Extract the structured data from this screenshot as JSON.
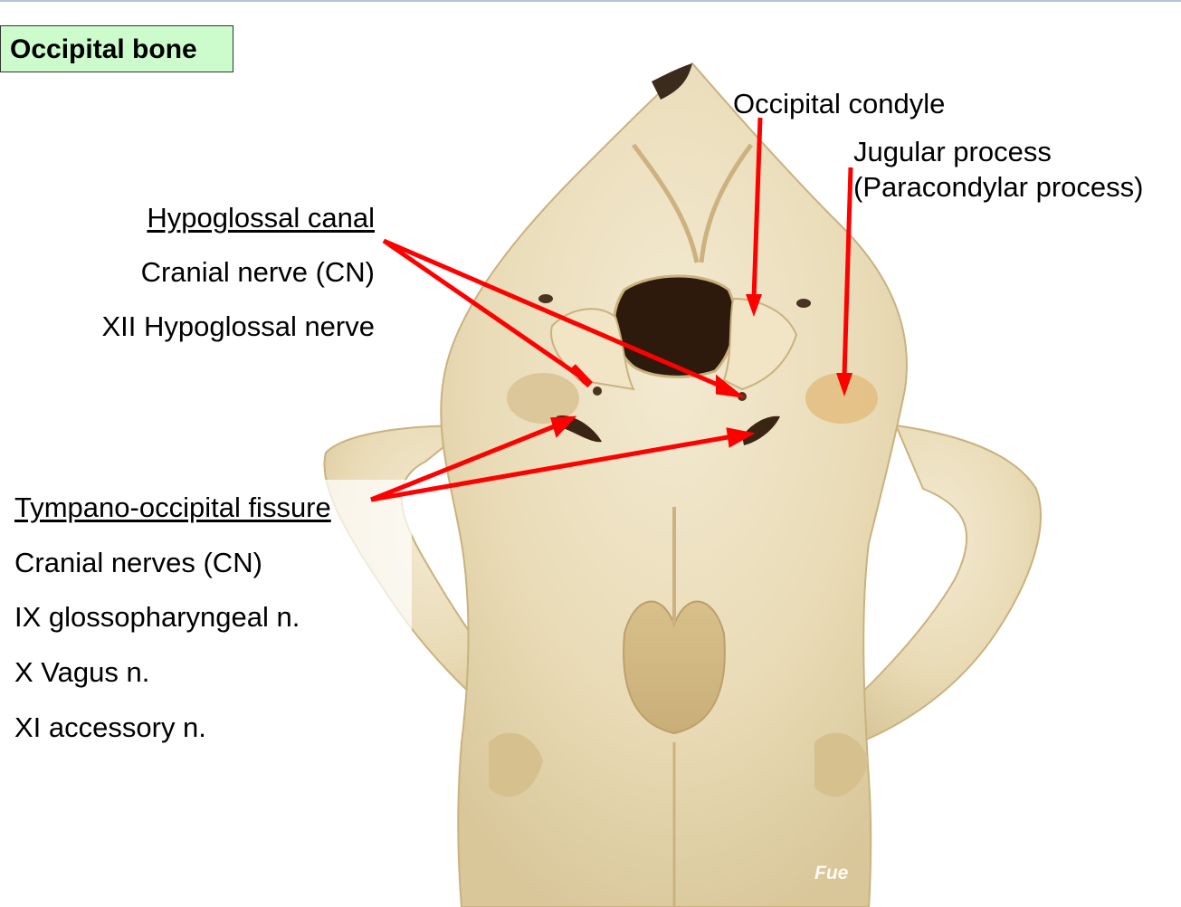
{
  "title": "Occipital bone",
  "labels": {
    "occipital_condyle": "Occipital condyle",
    "jugular_process_1": "Jugular process",
    "jugular_process_2": "(Paracondylar process)",
    "hypoglossal_canal": "Hypoglossal canal",
    "cranial_nerve_cn": "Cranial nerve (CN)",
    "xii_hypoglossal": "XII  Hypoglossal nerve",
    "tympano_fissure": "Tympano-occipital fissure",
    "cranial_nerves_cn": "Cranial nerves (CN)",
    "ix": "IX glossopharyngeal n.",
    "x": "X Vagus n.",
    "xi": "XI accessory n."
  },
  "watermark": "Fue",
  "colors": {
    "arrow": "#ff0000",
    "title_bg": "#ccfccc",
    "bone": "#ede0bf"
  }
}
